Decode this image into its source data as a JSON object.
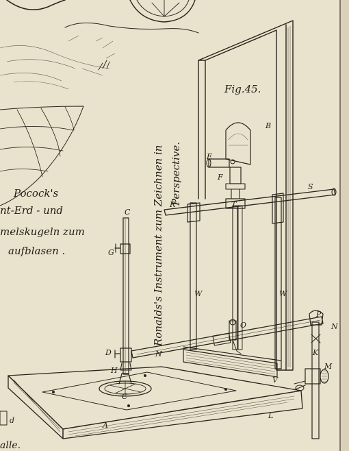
{
  "figure": {
    "number_label": "Fig.45."
  },
  "captions": {
    "vertical_line1": "Ronalds's Instrument zum Zeichnen in",
    "vertical_line2": "Perspective.",
    "left_block": {
      "line1": "Pocock's",
      "line2": "nt-Erd - und",
      "line3": "melskugeln zum",
      "line4": "aufblasen .",
      "bottom": "alle."
    }
  },
  "part_labels": [
    "A",
    "B",
    "C",
    "C",
    "D",
    "E",
    "F",
    "G",
    "H",
    "K",
    "L",
    "M",
    "N",
    "N",
    "O",
    "P",
    "R",
    "S",
    "T",
    "V",
    "W",
    "W",
    "d"
  ],
  "colors": {
    "paper": "#e9e2cd",
    "ink": "#2a241c"
  }
}
